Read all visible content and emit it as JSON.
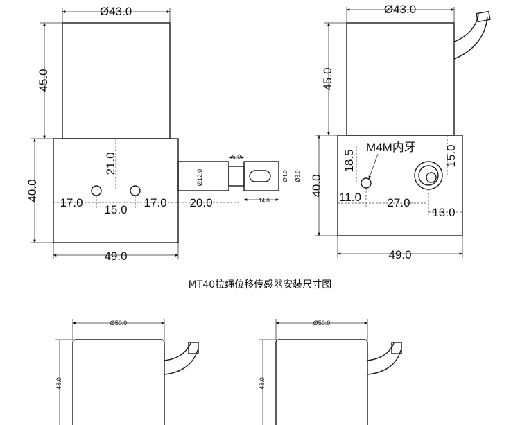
{
  "caption": "MT40拉绳位移传感器安装尺寸图",
  "front_view": {
    "dia_top": "Ø43.0",
    "h_top": "45.0",
    "h_body": "40.0",
    "h_hole": "21.0",
    "w_left": "17.0",
    "w_mid": "15.0",
    "w_right": "17.0",
    "w_body": "49.0",
    "w_shaft": "20.0",
    "shaft_dia": "Ø12.0",
    "tip_w": "6.0",
    "tip_len": "14.0",
    "hole_dia": "Ø4.0",
    "tip_dia": "Ø9.0"
  },
  "side_view": {
    "dia_top": "Ø43.0",
    "h_top": "45.0",
    "h_body": "40.0",
    "thread_label": "M4M内牙",
    "h_thread": "18.5",
    "h_outlet": "15.0",
    "w_left": "11.0",
    "w_outlet": "27.0",
    "w_right": "13.0",
    "w_body": "49.0"
  },
  "lower_left": {
    "dia": "Ø50.0",
    "height": "48.0"
  },
  "lower_right": {
    "dia": "Ø50.0",
    "height": "48.0"
  }
}
